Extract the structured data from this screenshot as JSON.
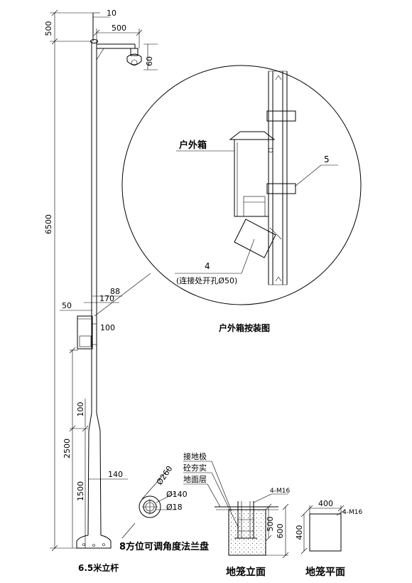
{
  "pole": {
    "dim_top": "500",
    "dim_total": "6500",
    "dim_lower": "2500",
    "dim_base": "1500",
    "dim_10": "10",
    "dim_arm": "500",
    "dim_cam": "60",
    "dim_88": "88",
    "dim_170": "170",
    "dim_50": "50",
    "dim_100_box": "100",
    "dim_100_taper": "100",
    "dim_140": "140",
    "caption": "6.5米立杆"
  },
  "detail": {
    "box_label": "户外箱",
    "item5": "5",
    "item4": "4",
    "hole_note": "(连接处开孔Ø50)",
    "caption": "户外箱按装图"
  },
  "flange": {
    "d260": "Ø260",
    "d140": "Ø140",
    "d18": "Ø18",
    "caption": "8方位可调角度法兰盘"
  },
  "cage": {
    "label_ground_pole": "接地极",
    "label_concrete": "砼夯实",
    "label_ground_layer": "地面层",
    "bolt": "4-M16",
    "dim_500": "500",
    "dim_600": "600",
    "elev_caption": "地笼立面",
    "plan_dim_400_top": "400",
    "plan_dim_400_side": "400",
    "plan_bolt": "4-M16",
    "plan_caption": "地笼平面"
  }
}
